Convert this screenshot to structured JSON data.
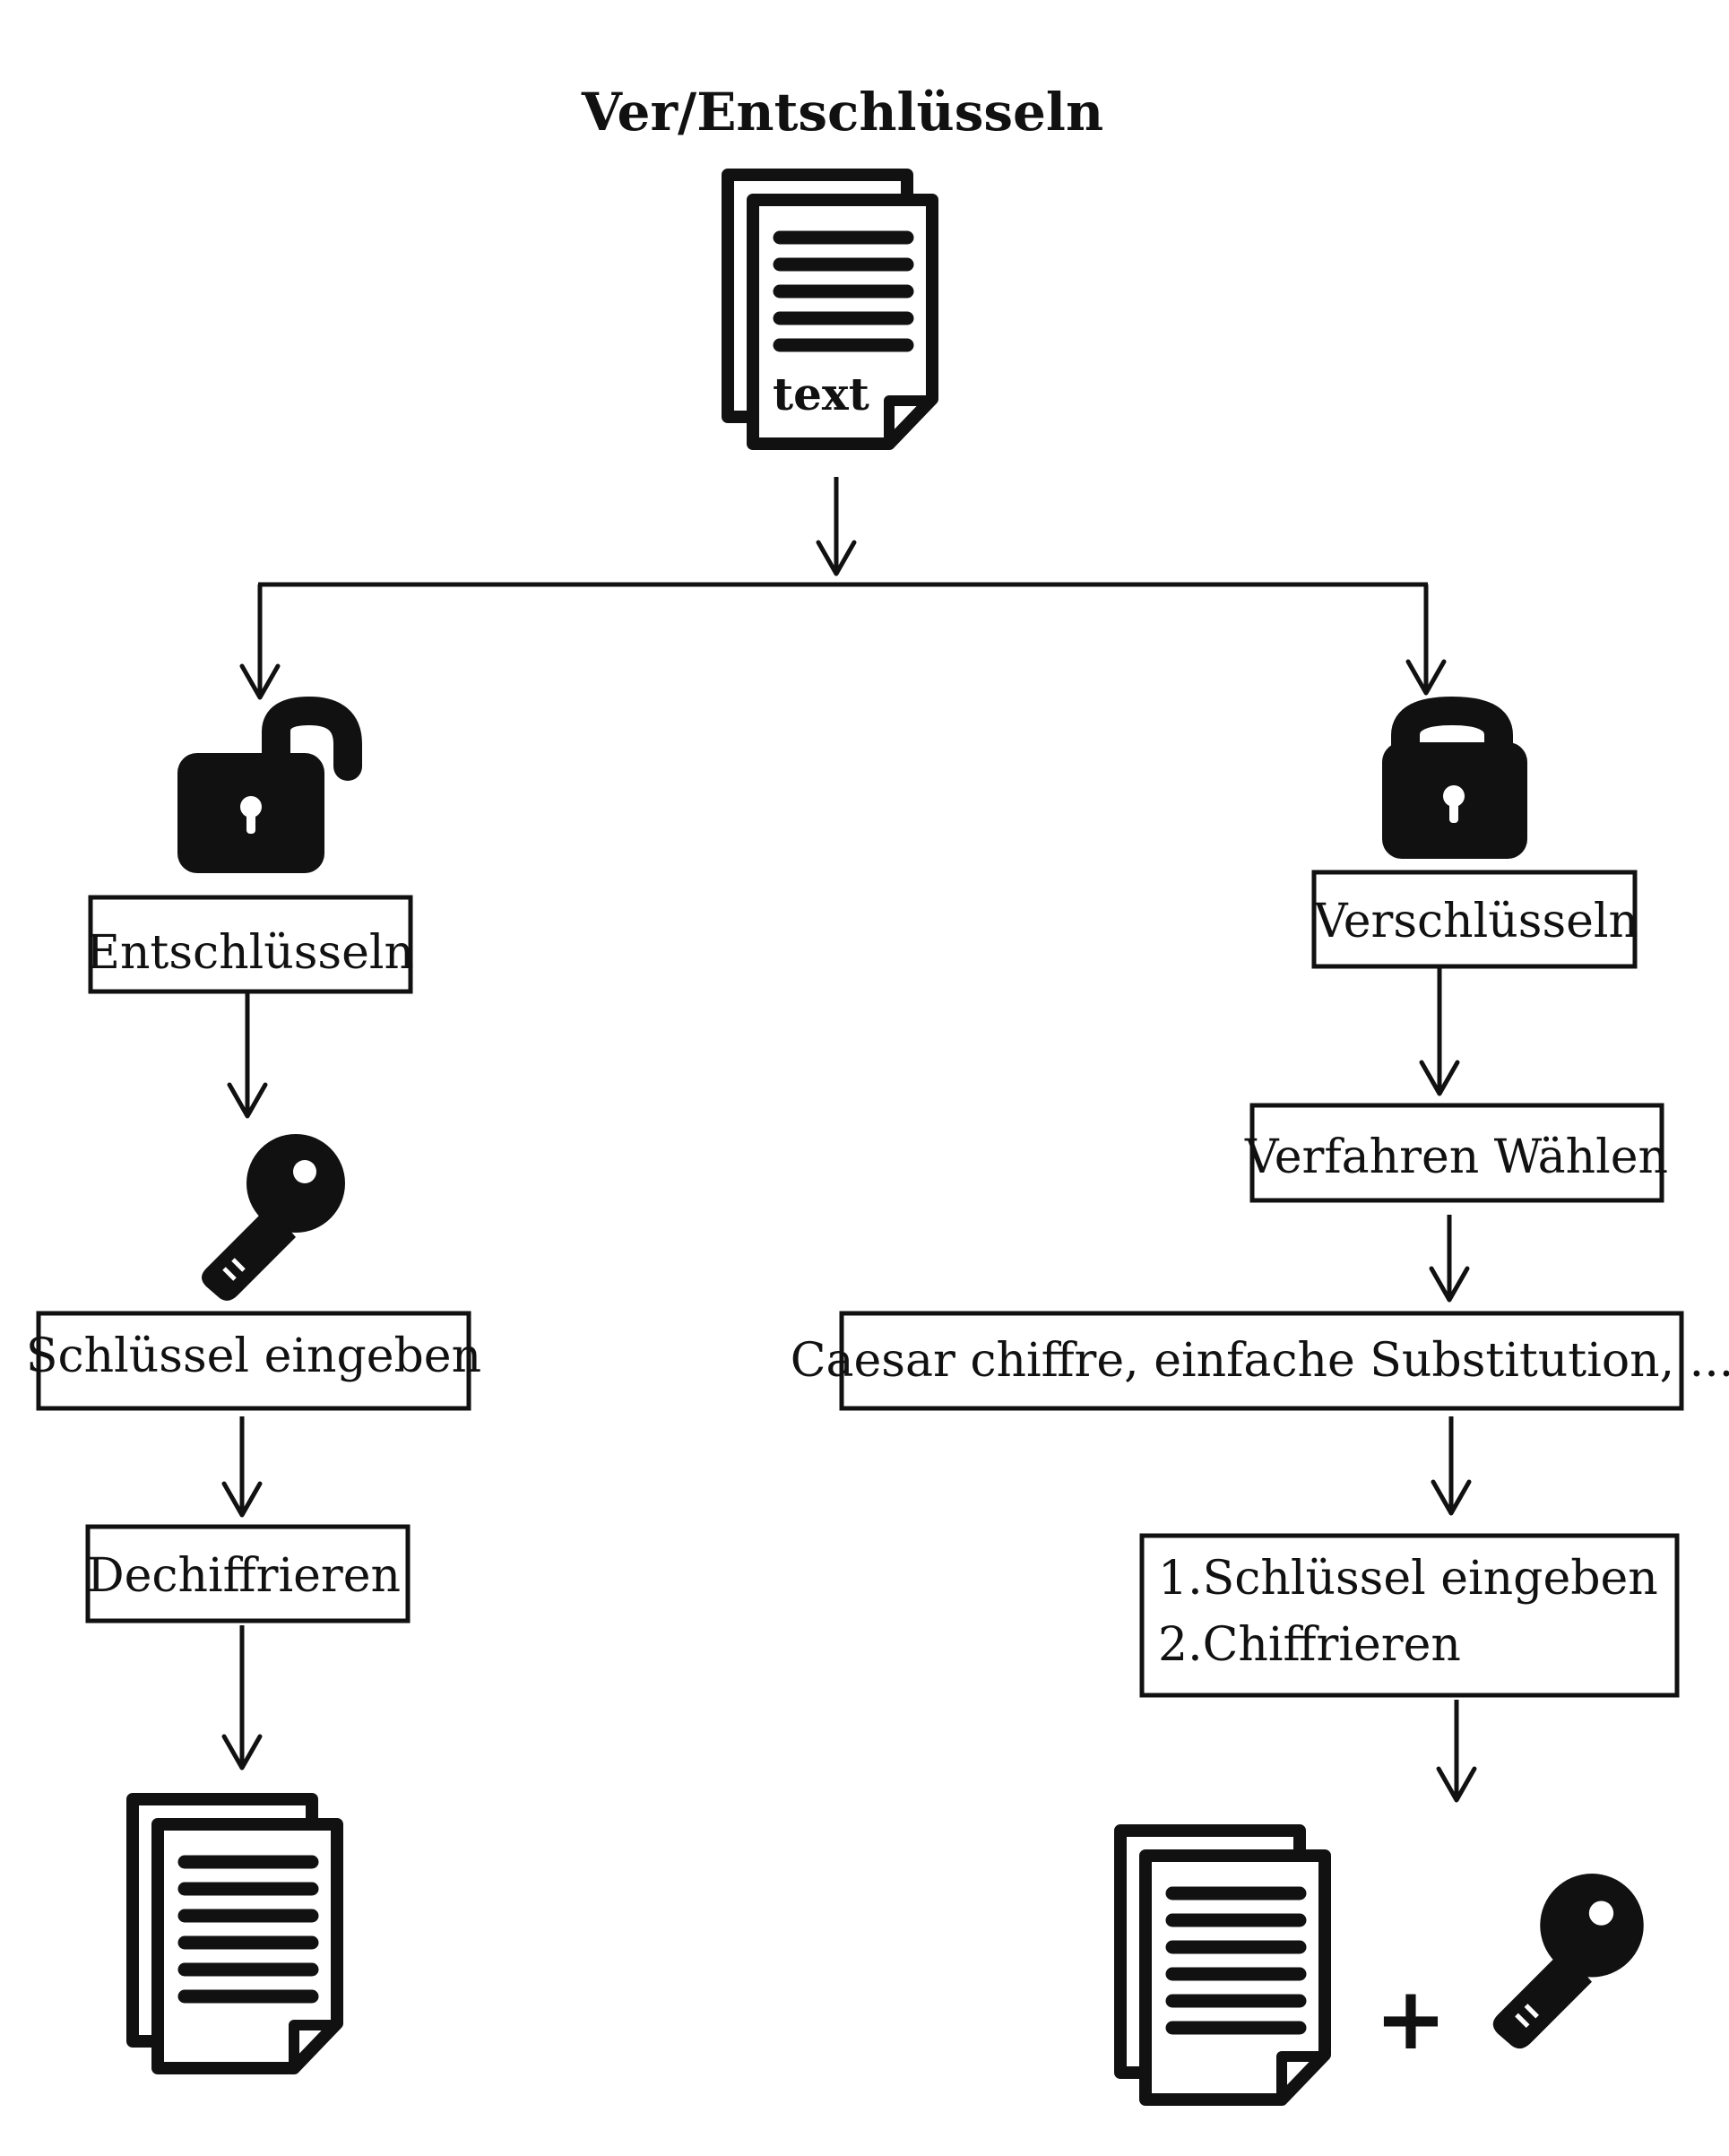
{
  "title": "Ver/Entschlüsseln",
  "top_document": {
    "label": "text",
    "icon": "document-stack-icon"
  },
  "left_branch": {
    "lock_icon": "unlocked-padlock-icon",
    "step1": "Entschlüsseln",
    "key_icon": "key-icon",
    "step2": "Schlüssel eingeben",
    "step3": "Dechiffrieren",
    "result_icon": "document-stack-icon"
  },
  "right_branch": {
    "lock_icon": "locked-padlock-icon",
    "step1": "Verschlüsseln",
    "step2": "Verfahren Wählen",
    "step3": "Caesar chiffre, einfache Substitution, ...",
    "step4_line1": "1.Schlüssel eingeben",
    "step4_line2": "2.Chiffrieren",
    "result_icon": "document-stack-icon",
    "plus": "+",
    "result_key_icon": "key-icon"
  }
}
